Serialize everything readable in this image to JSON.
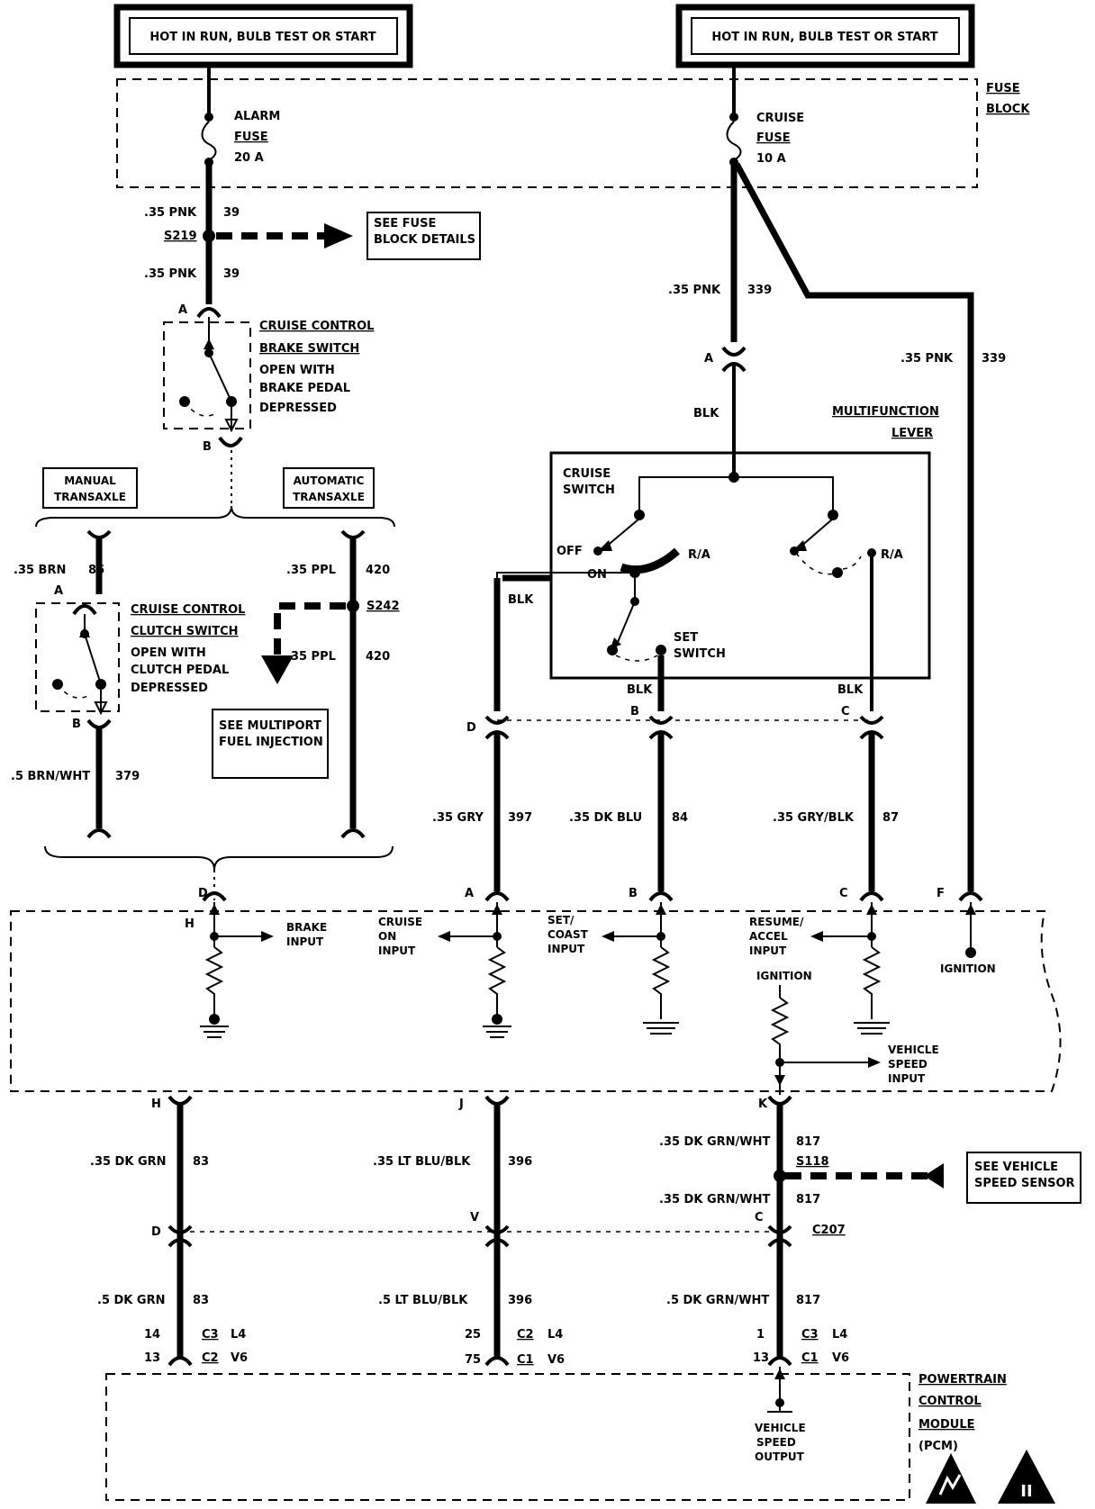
{
  "power": {
    "left": "HOT IN RUN, BULB TEST OR START",
    "right": "HOT IN RUN, BULB TEST OR START"
  },
  "fuse_block": {
    "title_1": "FUSE",
    "title_2": "BLOCK",
    "alarm": [
      "ALARM",
      "FUSE",
      "20 A"
    ],
    "cruise": [
      "CRUISE",
      "FUSE",
      "10 A"
    ]
  },
  "wires": {
    "w39a": [
      ".35 PNK",
      "39"
    ],
    "w39b": [
      ".35 PNK",
      "39"
    ],
    "w339a": [
      ".35 PNK",
      "339"
    ],
    "w339b": [
      ".35 PNK",
      "339"
    ],
    "w86": [
      ".35 BRN",
      "86"
    ],
    "w420a": [
      ".35 PPL",
      "420"
    ],
    "w420b": [
      ".35 PPL",
      "420"
    ],
    "w379": [
      ".5 BRN/WHT",
      "379"
    ],
    "w397": [
      ".35 GRY",
      "397"
    ],
    "w84": [
      ".35 DK BLU",
      "84"
    ],
    "w87": [
      ".35 GRY/BLK",
      "87"
    ],
    "w83a": [
      ".35 DK GRN",
      "83"
    ],
    "w396a": [
      ".35 LT BLU/BLK",
      "396"
    ],
    "w817a": [
      ".35 DK GRN/WHT",
      "817"
    ],
    "w817b": [
      ".35 DK GRN/WHT",
      "817"
    ],
    "w83b": [
      ".5 DK GRN",
      "83"
    ],
    "w396b": [
      ".5 LT BLU/BLK",
      "396"
    ],
    "w817c": [
      ".5 DK GRN/WHT",
      "817"
    ],
    "blk_a": "BLK",
    "blk_off": "BLK",
    "blk_b": "BLK",
    "blk_c": "BLK"
  },
  "splices": {
    "s219": "S219",
    "s242": "S242",
    "s118": "S118",
    "c207": "C207"
  },
  "refs": {
    "fuse_details": [
      "SEE FUSE",
      "BLOCK DETAILS"
    ],
    "multiport": [
      "SEE MULTIPORT",
      "FUEL INJECTION"
    ],
    "vss": [
      "SEE VEHICLE",
      "SPEED SENSOR"
    ]
  },
  "brake_switch": [
    "CRUISE CONTROL",
    "BRAKE SWITCH",
    "OPEN WITH",
    "BRAKE PEDAL",
    "DEPRESSED"
  ],
  "clutch_switch": [
    "CRUISE CONTROL",
    "CLUTCH SWITCH",
    "OPEN WITH",
    "CLUTCH PEDAL",
    "DEPRESSED"
  ],
  "transaxle": {
    "manual": [
      "MANUAL",
      "TRANSAXLE"
    ],
    "automatic": [
      "AUTOMATIC",
      "TRANSAXLE"
    ]
  },
  "multifunction": {
    "title": [
      "MULTIFUNCTION",
      "LEVER"
    ],
    "cruise_switch": [
      "CRUISE",
      "SWITCH"
    ],
    "off": "OFF",
    "on": "ON",
    "ra1": "R/A",
    "ra2": "R/A",
    "set_switch": [
      "SET",
      "SWITCH"
    ]
  },
  "pins": {
    "brake_a": "A",
    "brake_b": "B",
    "clutch_a": "A",
    "clutch_b": "B",
    "mf_a": "A",
    "mf_d": "D",
    "mf_b": "B",
    "mf_c": "C",
    "mod_d": "D",
    "mod_a": "A",
    "mod_b": "B",
    "mod_c": "C",
    "mod_f": "F",
    "mod_h": "H",
    "mod_h2": "H",
    "mod_j": "J",
    "mod_k": "K",
    "c207_d": "D",
    "c207_v": "V",
    "c207_c": "C"
  },
  "module_inputs": {
    "brake": [
      "BRAKE",
      "INPUT"
    ],
    "cruise_on": [
      "CRUISE",
      "ON",
      "INPUT"
    ],
    "set_coast": [
      "SET/",
      "COAST",
      "INPUT"
    ],
    "resume": [
      "RESUME/",
      "ACCEL",
      "INPUT"
    ],
    "ignition_r": "IGNITION",
    "ignition_f": "IGNITION",
    "vss_in": [
      "VEHICLE",
      "SPEED",
      "INPUT"
    ]
  },
  "pcm": {
    "title": [
      "POWERTRAIN",
      "CONTROL",
      "MODULE",
      "(PCM)"
    ],
    "vso": [
      "VEHICLE",
      "SPEED",
      "OUTPUT"
    ],
    "pins1": [
      "14",
      "C3",
      "L4",
      "13",
      "C2",
      "V6"
    ],
    "pins2": [
      "25",
      "C2",
      "L4",
      "75",
      "C1",
      "V6"
    ],
    "pins3": [
      "1",
      "C3",
      "L4",
      "13",
      "C1",
      "V6"
    ]
  },
  "symbols": {
    "esd": "esd-warning-icon",
    "roman": "II"
  }
}
